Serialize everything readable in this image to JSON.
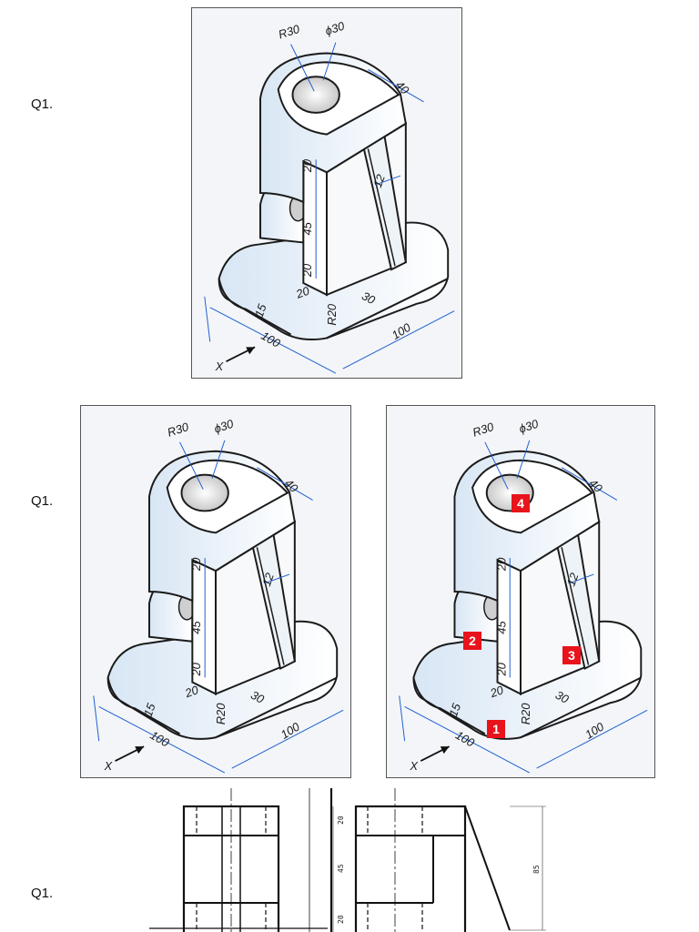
{
  "questions": [
    {
      "label": "Q1."
    },
    {
      "label": "Q1."
    },
    {
      "label": "Q1."
    }
  ],
  "iso_dims": {
    "r_top": "R30",
    "d_hole": "ϕ30",
    "w40": "40",
    "h20a": "20",
    "h45": "45",
    "h20b": "20",
    "w12": "12",
    "w20": "20",
    "w30": "30",
    "r20": "R20",
    "h15": "15",
    "l100a": "100",
    "l100b": "100",
    "view": "X"
  },
  "markers": [
    "1",
    "2",
    "3",
    "4"
  ],
  "ortho_dims": {
    "d20a": "20",
    "d45": "45",
    "d20b": "20",
    "d85": "85"
  },
  "colors": {
    "marker": "#e8131b",
    "dimension": "#1f5fd0",
    "panel_bg": "#f3f5f8"
  }
}
